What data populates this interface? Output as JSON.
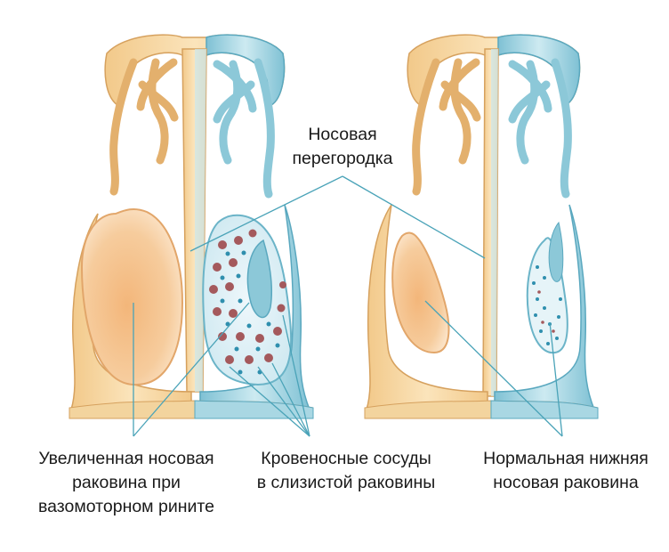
{
  "labels": {
    "septum": {
      "lines": [
        "Носовая",
        "перегородка"
      ]
    },
    "enlarged_concha": {
      "lines": [
        "Увеличенная носовая",
        "раковина при",
        "вазомоторном рините"
      ]
    },
    "blood_vessels": {
      "lines": [
        "Кровеносные сосуды",
        "в слизистой раковины"
      ]
    },
    "normal_concha": {
      "lines": [
        "Нормальная нижняя",
        "носовая раковина"
      ]
    }
  },
  "colors": {
    "bone_tan": "#f3cf92",
    "bone_light": "#fbe6bf",
    "mucosa_blue": "#8ec9d9",
    "mucosa_light": "#d2ecf2",
    "concha_orange": "#f0b67c",
    "concha_light": "#fbe2c6",
    "vessel_red": "#a4595c",
    "vessel_blue": "#2f8fae",
    "leader": "#4aa3b8",
    "text": "#1a1a1a"
  }
}
